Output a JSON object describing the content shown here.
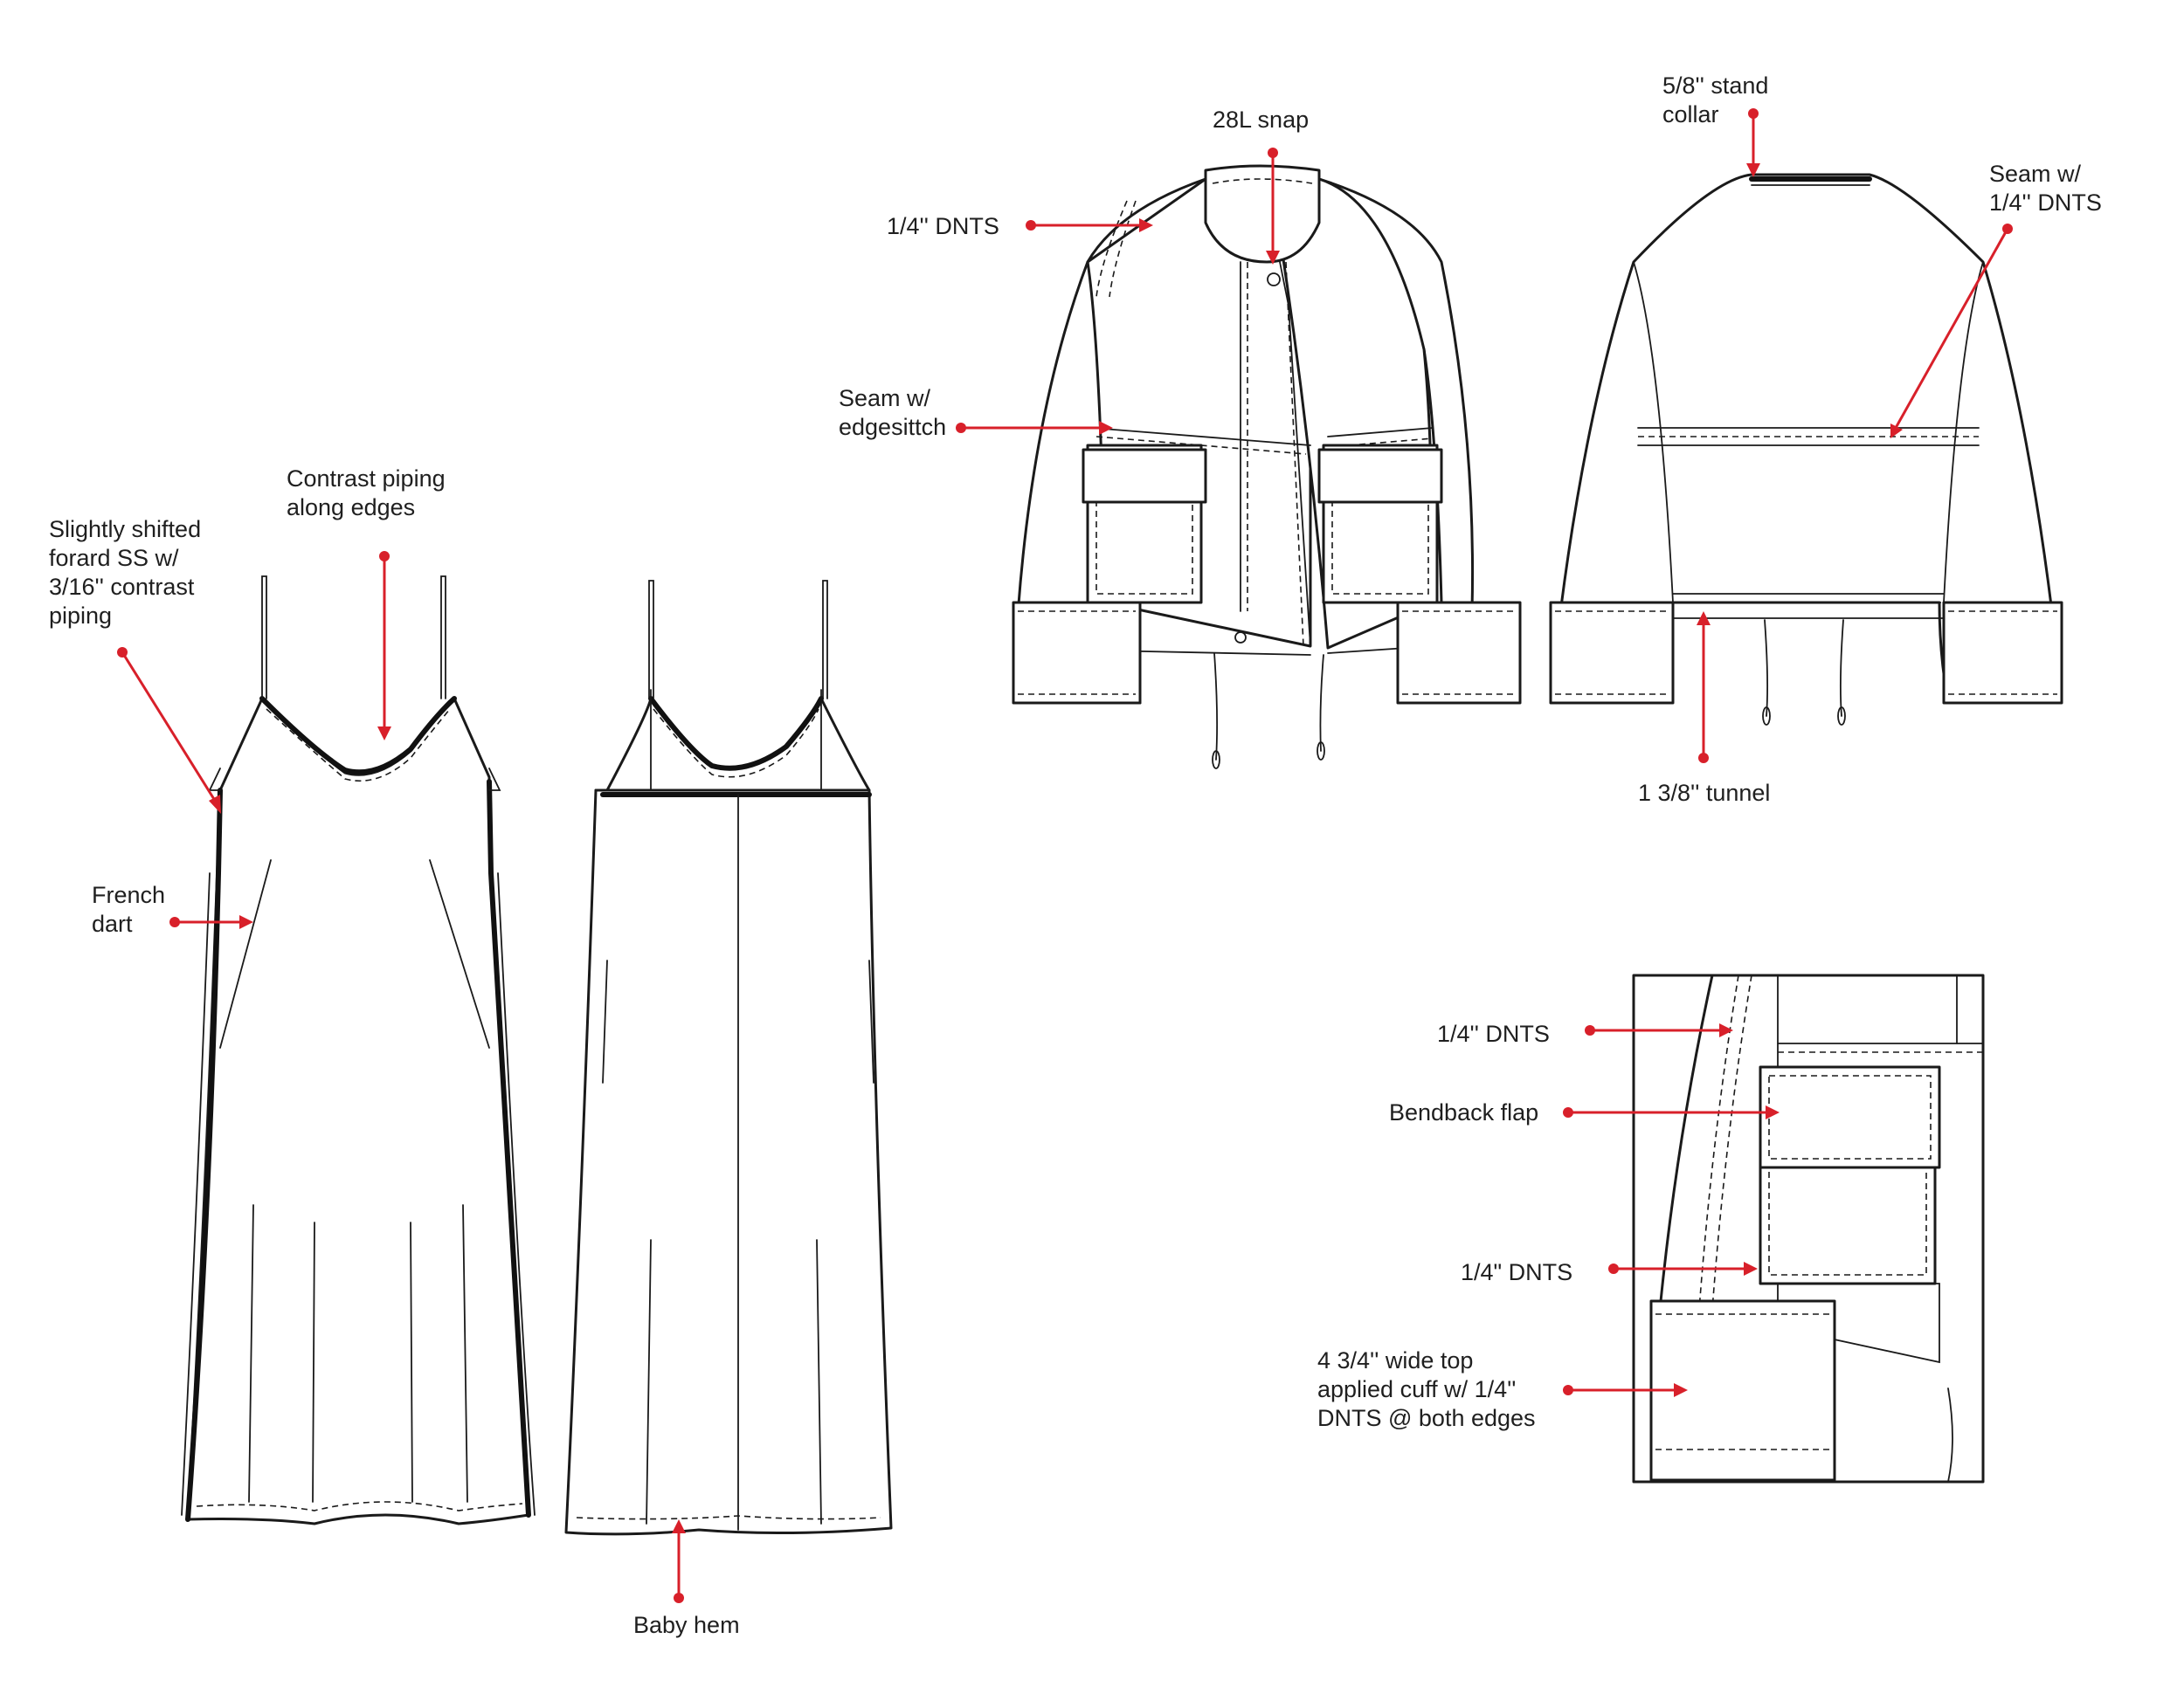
{
  "colors": {
    "annotation": "#d8202a",
    "lineart": "#1a1a1a",
    "background": "#ffffff"
  },
  "callouts": {
    "piping_shift": [
      "Slightly shifted",
      "forard SS w/",
      "3/16'' contrast",
      "piping"
    ],
    "contrast_piping": [
      "Contrast piping",
      "along edges"
    ],
    "french_dart": [
      "French",
      "dart"
    ],
    "baby_hem": [
      "Baby hem"
    ],
    "snap": [
      "28L snap"
    ],
    "dnts_front": [
      "1/4'' DNTS"
    ],
    "seam_edgestitch": [
      "Seam w/",
      "edgesittch"
    ],
    "stand_collar": [
      "5/8'' stand",
      "collar"
    ],
    "seam_dnts_back": [
      "Seam w/",
      "1/4'' DNTS"
    ],
    "tunnel": [
      "1 3/8'' tunnel"
    ],
    "detail_dnts_top": [
      "1/4'' DNTS"
    ],
    "bendback_flap": [
      "Bendback flap"
    ],
    "detail_dnts_mid": [
      "1/4\" DNTS"
    ],
    "cuff": [
      "4 3/4'' wide top",
      "applied cuff w/ 1/4''",
      "DNTS @ both edges"
    ]
  }
}
